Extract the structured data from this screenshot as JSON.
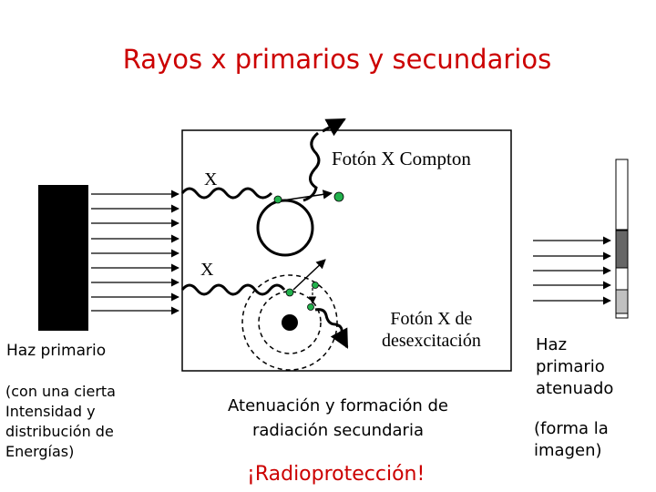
{
  "title": "Rayos x primarios y secundarios",
  "labels": {
    "x_top": "X",
    "x_bottom": "X",
    "compton_photon": "Fotón X Compton",
    "deexcitation_photon": "Fotón X de\ndesexcitación",
    "primary_beam": "Haz primario",
    "primary_beam_note": "(con una cierta\nIntensidad y\ndistribución de\nEnergías)",
    "attenuation": "Atenuación y formación de\nradiación secundaria",
    "radioprotection": "¡Radioprotección!",
    "attenuated_beam": "Haz\nprimario\natenuado",
    "attenuated_note": " (forma la\nimagen)"
  },
  "colors": {
    "title": "#cc0000",
    "electron": "#22b14c",
    "nucleus": "#000000",
    "detector_dark": "#666666",
    "detector_light": "#c0c0c0"
  }
}
